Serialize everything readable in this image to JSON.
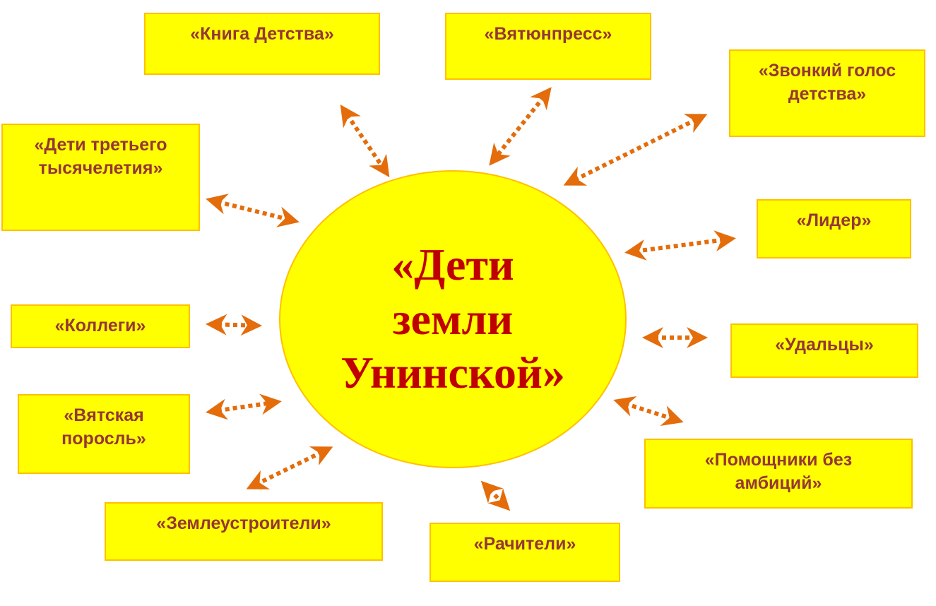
{
  "center": {
    "line1": "«Дети",
    "line2": "земли",
    "line3": "Унинской»"
  },
  "nodes": [
    {
      "id": "kniga-detstva",
      "label": "«Книга Детства»"
    },
    {
      "id": "vyatunpress",
      "label": "«Вятюнпресс»"
    },
    {
      "id": "zvonkiy-golos",
      "label": "«Звонкий голос детства»"
    },
    {
      "id": "deti-tretyego",
      "label": "«Дети третьего тысячелетия»"
    },
    {
      "id": "lider",
      "label": "«Лидер»"
    },
    {
      "id": "kollegi",
      "label": "«Коллеги»"
    },
    {
      "id": "udaltsy",
      "label": "«Удальцы»"
    },
    {
      "id": "vyatskaya-porosl",
      "label": "«Вятская поросль»"
    },
    {
      "id": "pomoshchniki",
      "label": "«Помощники без амбиций»"
    },
    {
      "id": "zemleustroiteli",
      "label": "«Землеустроители»"
    },
    {
      "id": "rachiteli",
      "label": "«Рачители»"
    }
  ],
  "colors": {
    "box": "#ffff00",
    "border": "#ffc000",
    "text": "#953735",
    "center_text": "#c00000",
    "arrow": "#e46c0a"
  }
}
